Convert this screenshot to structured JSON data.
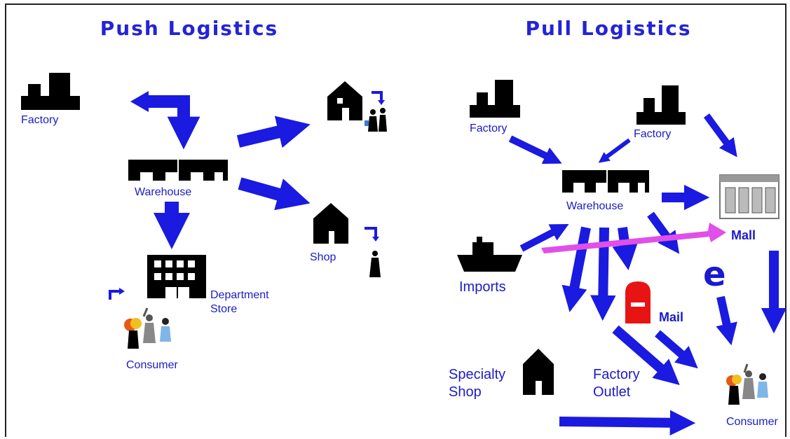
{
  "push": {
    "title": "Push Logistics",
    "factory": "Factory",
    "warehouse": "Warehouse",
    "shop": "Shop",
    "department_store_line1": "Department",
    "department_store_line2": "Store",
    "consumer": "Consumer"
  },
  "pull": {
    "title": "Pull Logistics",
    "factory_left": "Factory",
    "factory_right": "Factory",
    "warehouse": "Warehouse",
    "mall_top": "Mall",
    "imports": "Imports",
    "e_commerce": "e",
    "mail": "Mail",
    "specialty_shop_line1": "Specialty",
    "specialty_shop_line2": "Shop",
    "factory_outlet_line1": "Factory",
    "factory_outlet_line2": "Outlet",
    "consumer": "Consumer"
  },
  "colors": {
    "arrow": "#1a1ae0",
    "label": "#1b1bc8",
    "import_arrow": "#e04fe8",
    "mailbox": "#e81414",
    "icon": "#000000"
  }
}
